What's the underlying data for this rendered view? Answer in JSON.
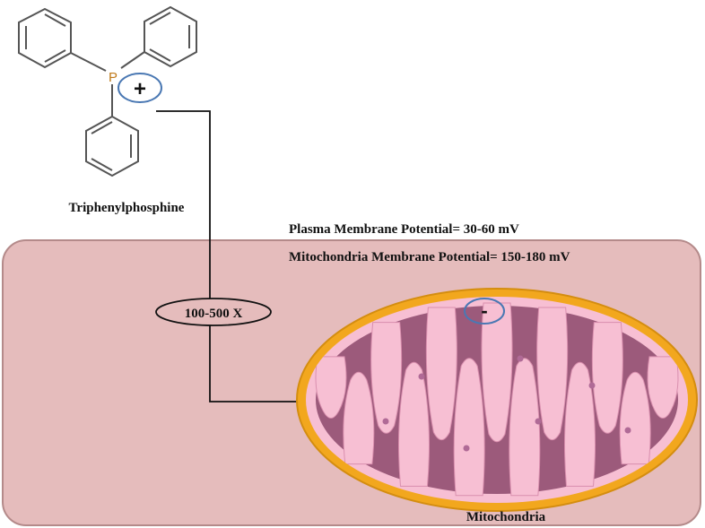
{
  "molecule": {
    "name": "Triphenylphosphine",
    "atom_label": "P",
    "charge": "+"
  },
  "membrane_potentials": {
    "plasma": "Plasma Membrane Potential= 30-60 mV",
    "mitochondria": "Mitochondria Membrane Potential= 150-180 mV"
  },
  "accumulation_label": "100-500 X",
  "mitochondrion": {
    "label": "Mitochondria",
    "charge": "-"
  },
  "colors": {
    "cell": "#e5bcbc",
    "cell_border": "#b48a8a",
    "outer_membrane": "#f2a71e",
    "inner_membrane": "#f7bfd3",
    "matrix": "#9c5a7b",
    "ring_outline": "#4a78b3",
    "phosphorus": "#c07a1a"
  }
}
